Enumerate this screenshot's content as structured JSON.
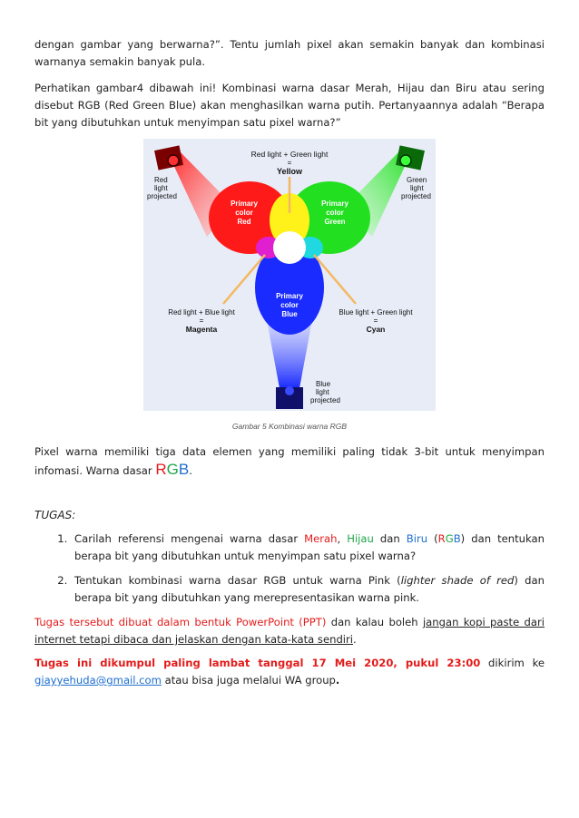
{
  "para1": "dengan gambar yang berwarna?”. Tentu jumlah pixel akan semakin banyak dan kombinasi warnanya semakin banyak pula.",
  "para2": "Perhatikan gambar4 dibawah ini! Kombinasi warna dasar Merah, Hijau dan Biru atau sering disebut RGB (Red Green Blue) akan menghasilkan warna putih. Pertanyaannya adalah “Berapa bit yang dibutuhkan untuk menyimpan satu pixel warna?”",
  "figure": {
    "top_label": "Red light + Green light",
    "eq": "=",
    "yellow": "Yellow",
    "red_proj": [
      "Red",
      "light",
      "projected"
    ],
    "green_proj": [
      "Green",
      "light",
      "projected"
    ],
    "blue_proj": [
      "Blue",
      "light",
      "projected"
    ],
    "red_primary": [
      "Primary",
      "color",
      "Red"
    ],
    "green_primary": [
      "Primary",
      "color",
      "Green"
    ],
    "blue_primary": [
      "Primary",
      "color",
      "Blue"
    ],
    "magenta_label": "Red light + Blue light",
    "magenta": "Magenta",
    "cyan_label": "Blue light + Green light",
    "cyan": "Cyan",
    "colors": {
      "red": "#ff1a1a",
      "green": "#22e020",
      "blue": "#1a2bff",
      "bg": "#e7ecf7"
    }
  },
  "caption": "Gambar 5 Kombinasi warna RGB",
  "para3_text": "Pixel warna memiliki tiga data elemen yang memiliki paling tidak 3-bit untuk menyimpan infomasi. Warna dasar ",
  "rgb": {
    "r": "R",
    "g": "G",
    "b": "B"
  },
  "para3_end": ".",
  "tugas_title": "TUGAS:",
  "item1": {
    "a": "Carilah referensi mengenai warna dasar ",
    "merah": "Merah",
    "comma": ", ",
    "hijau": "Hijau",
    "dan": " dan ",
    "biru": "Biru",
    "open": " (",
    "close": ")",
    "b": " dan tentukan berapa bit yang dibutuhkan untuk menyimpan satu pixel warna?"
  },
  "item2": {
    "a": "Tentukan kombinasi warna dasar RGB untuk warna Pink (",
    "italic": "lighter shade of red",
    "b": ") dan berapa bit yang dibutuhkan yang merepresentasikan warna pink."
  },
  "note1": {
    "red": "Tugas tersebut dibuat dalam bentuk PowerPoint (PPT)",
    "mid": " dan kalau boleh ",
    "underline": "jangan kopi paste dari internet tetapi dibaca dan jelaskan dengan kata-kata sendiri",
    "end": "."
  },
  "note2": {
    "red": "Tugas ini dikumpul paling lambat tanggal 17 Mei 2020, pukul 23:00",
    "mid": " dikirim ke ",
    "email": "giayyehuda@gmail.com",
    "end": " atau bisa juga melalui WA group",
    "dot": "."
  }
}
